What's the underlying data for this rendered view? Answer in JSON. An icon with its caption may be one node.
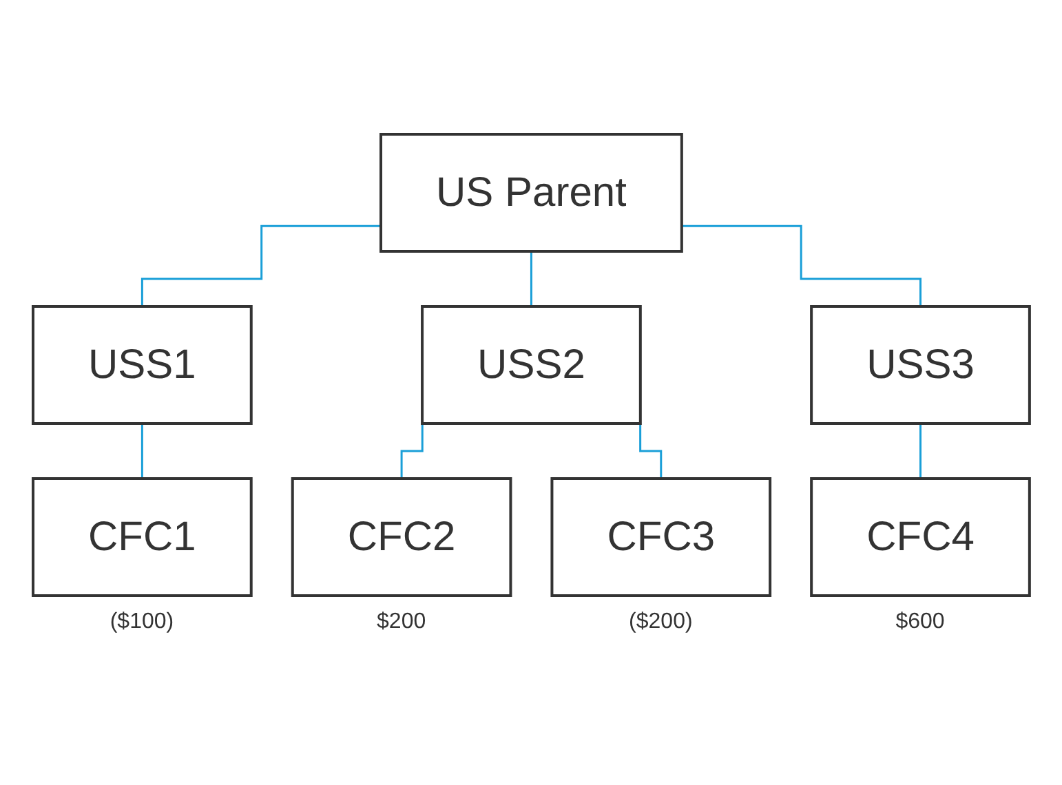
{
  "diagram": {
    "nodes": [
      {
        "text": [
          "US Parent"
        ]
      },
      {
        "text": [
          "USS1"
        ]
      },
      {
        "text": [
          "USS2"
        ]
      },
      {
        "text": [
          "USS3"
        ]
      },
      {
        "text": [
          "CFC1"
        ],
        "beside": [
          "($100)"
        ]
      },
      {
        "text": [
          "CFC2"
        ],
        "beside": [
          "$200"
        ]
      },
      {
        "text": [
          "CFC3"
        ],
        "beside": [
          "($200)"
        ]
      },
      {
        "text": [
          "CFC4"
        ],
        "beside": [
          "$600"
        ]
      }
    ],
    "edges": [
      {
        "from": 0,
        "to": 1,
        "arrow": "none"
      },
      {
        "from": 0,
        "to": 2,
        "arrow": "none"
      },
      {
        "from": 0,
        "to": 3,
        "arrow": "none"
      },
      {
        "from": 1,
        "to": 4,
        "arrow": "none"
      },
      {
        "from": 2,
        "to": 5,
        "arrow": "none"
      },
      {
        "from": 2,
        "to": 6,
        "arrow": "none"
      },
      {
        "from": 3,
        "to": 7,
        "arrow": "none"
      }
    ]
  }
}
